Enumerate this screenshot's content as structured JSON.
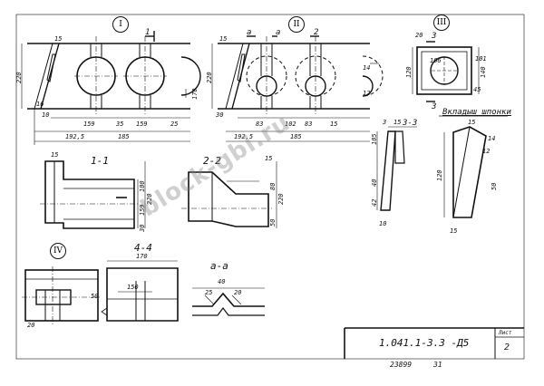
{
  "views": {
    "v1": "I",
    "v2": "II",
    "v3": "III",
    "v4": "IV"
  },
  "sections": {
    "s11": "1-1",
    "s22": "2-2",
    "s33": "3-3",
    "s44": "4-4",
    "saa": "a-a",
    "mark1": "1",
    "mark2": "2",
    "marka": "a",
    "mark3": "3",
    "insert_title": "Вкладыш шпонки"
  },
  "dims": {
    "v1": {
      "d15": "15",
      "d220": "220",
      "d10": "10",
      "d16": "16",
      "d159a": "159",
      "d35": "35",
      "d159b": "159",
      "d25": "25",
      "d1925": "192,5",
      "d185": "185",
      "d170": "170"
    },
    "v2": {
      "d15": "15",
      "d220": "220",
      "d30": "30",
      "d83": "83",
      "d102": "102",
      "d83b": "83",
      "d15b": "15",
      "d1925": "192,5",
      "d185": "185",
      "d12": "12",
      "d14": "14"
    },
    "v3": {
      "d20": "20",
      "d120": "120",
      "d140": "140",
      "d106": "106",
      "d101": "101",
      "d45": "45"
    },
    "s11": {
      "d15": "15",
      "d220": "220",
      "d100": "100",
      "d159": "159",
      "d30": "30"
    },
    "s22": {
      "d15": "15",
      "d220": "220",
      "d80": "80",
      "d50": "50"
    },
    "s33": {
      "d3": "3",
      "d10": "10",
      "d15": "15",
      "d105": "105",
      "d40": "40",
      "d42": "42"
    },
    "ins": {
      "d15": "15",
      "d14": "14",
      "d12": "12",
      "d120": "120",
      "d50": "50",
      "d15b": "15"
    },
    "v4": {
      "d50": "50",
      "d20": "20"
    },
    "s44": {
      "d170": "170",
      "d150": "150"
    },
    "saa": {
      "d25": "25",
      "d20": "20",
      "d40": "40"
    }
  },
  "stamp": {
    "code": "1.041.1-3.3  -Д5",
    "sheet_label": "Лист",
    "sheet_no": "2",
    "inv": "23899",
    "num": "31"
  },
  "watermark": "block-gbi.ru"
}
